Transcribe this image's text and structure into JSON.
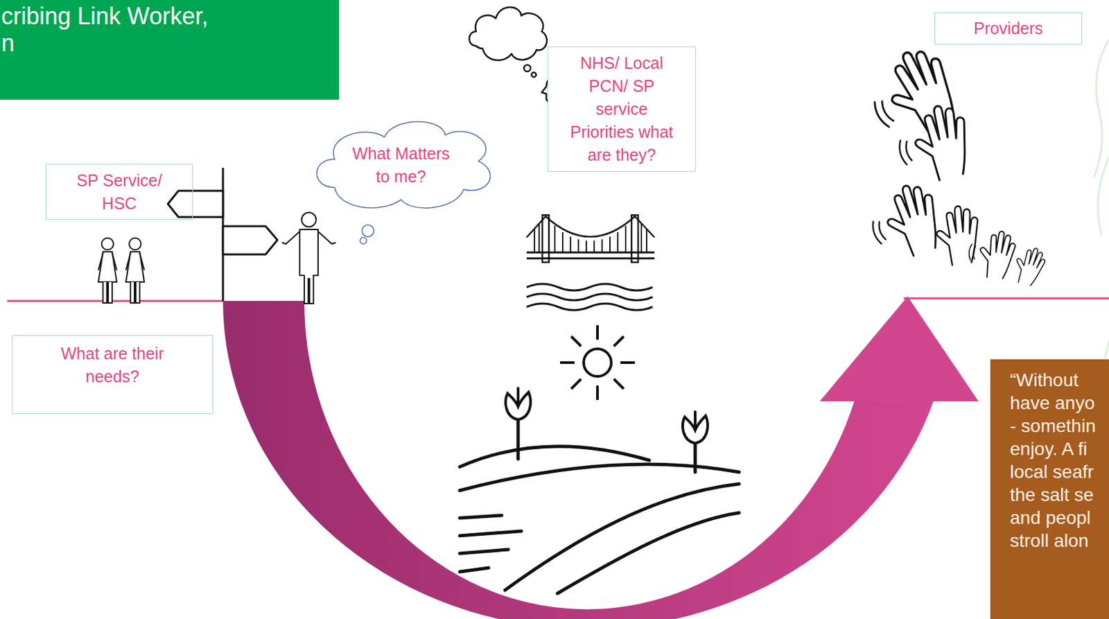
{
  "diagram": {
    "title": "cribing Link Worker, n",
    "nodes": [
      {
        "text": [
          "SP Service/ HSC"
        ]
      },
      {
        "text": [
          "What Matters to me?"
        ]
      },
      {
        "text": [
          "NHS/ Local PCN/ SP service Priorities what are they?"
        ]
      },
      {
        "text": [
          "Providers"
        ]
      },
      {
        "text": [
          "What are their needs?"
        ]
      },
      {
        "text": [
          "“Without have anyo - somethin enjoy. A fi local seafr the salt se and peopl stroll alon"
        ]
      }
    ]
  }
}
